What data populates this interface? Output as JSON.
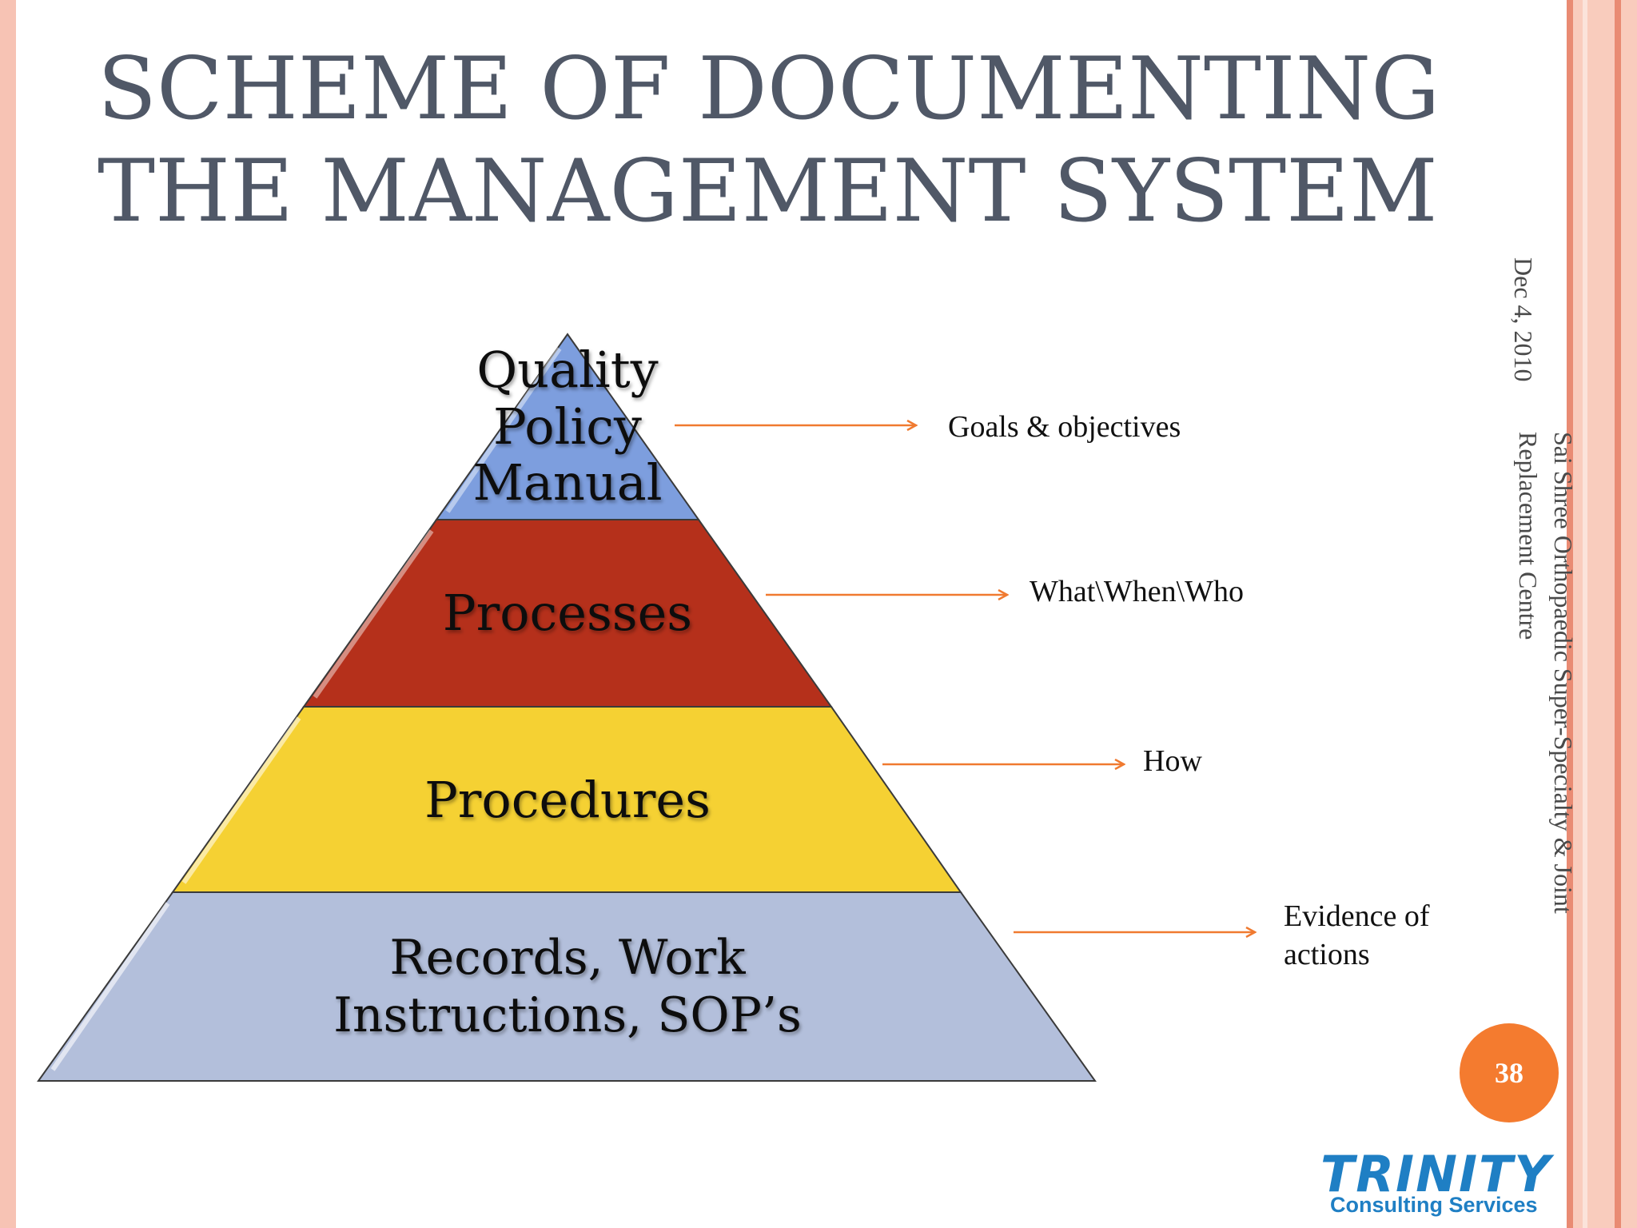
{
  "slide": {
    "title_line1": "SCHEME OF DOCUMENTING",
    "title_line2": "THE MANAGEMENT SYSTEM",
    "date": "Dec 4, 2010",
    "organization": "Sai Shree Orthopaedic Super-Specialty & Joint Replacement Centre",
    "page_number": "38"
  },
  "pyramid": {
    "levels": [
      {
        "label": "Quality Policy Manual",
        "lines": [
          "Quality",
          "Policy",
          "Manual"
        ],
        "color": "#7d9ede",
        "description": "Goals & objectives"
      },
      {
        "label": "Processes",
        "lines": [
          "Processes"
        ],
        "color": "#b5301b",
        "description": "What\\When\\Who"
      },
      {
        "label": "Procedures",
        "lines": [
          "Procedures"
        ],
        "color": "#f5d133",
        "description": "How"
      },
      {
        "label": "Records, Work Instructions, SOP’s",
        "lines": [
          "Records, Work",
          "Instructions, SOP’s"
        ],
        "color": "#b3bfdb",
        "description_lines": [
          "Evidence of",
          "actions"
        ]
      }
    ],
    "arrow_color": "#f07a30"
  },
  "logo": {
    "wordmark": "TRINITY",
    "subtitle": "Consulting Services",
    "color": "#1f7fc4"
  }
}
